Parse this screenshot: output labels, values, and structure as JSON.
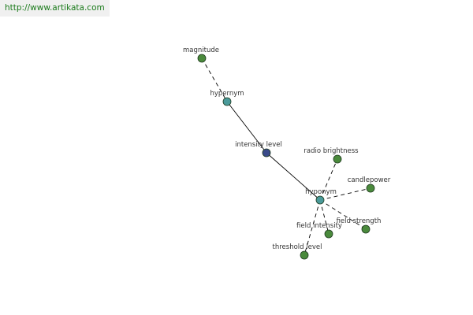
{
  "banner": {
    "url": "http://www.artikata.com"
  },
  "colors": {
    "leaf": "#4a8a3c",
    "relation": "#4a9a9a",
    "center": "#3a4a8a",
    "edge": "#000000"
  },
  "nodes": [
    {
      "id": "magnitude",
      "label": "magnitude",
      "kind": "leaf"
    },
    {
      "id": "hypernym",
      "label": "hypernym",
      "kind": "relation"
    },
    {
      "id": "intensity-level",
      "label": "intensity level",
      "kind": "center"
    },
    {
      "id": "hyponym",
      "label": "hyponym",
      "kind": "relation"
    },
    {
      "id": "radio-brightness",
      "label": "radio brightness",
      "kind": "leaf"
    },
    {
      "id": "candlepower",
      "label": "candlepower",
      "kind": "leaf"
    },
    {
      "id": "field-strength",
      "label": "field strength",
      "kind": "leaf"
    },
    {
      "id": "field-intensity",
      "label": "field intensity",
      "kind": "leaf"
    },
    {
      "id": "threshold-level",
      "label": "threshold level",
      "kind": "leaf"
    }
  ],
  "edges": [
    {
      "from": "magnitude",
      "to": "hypernym",
      "style": "dashed"
    },
    {
      "from": "hypernym",
      "to": "intensity-level",
      "style": "solid"
    },
    {
      "from": "intensity-level",
      "to": "hyponym",
      "style": "solid"
    },
    {
      "from": "hyponym",
      "to": "radio-brightness",
      "style": "dashed"
    },
    {
      "from": "hyponym",
      "to": "candlepower",
      "style": "dashed"
    },
    {
      "from": "hyponym",
      "to": "field-strength",
      "style": "dashed"
    },
    {
      "from": "hyponym",
      "to": "field-intensity",
      "style": "dashed"
    },
    {
      "from": "hyponym",
      "to": "threshold-level",
      "style": "dashed"
    }
  ]
}
